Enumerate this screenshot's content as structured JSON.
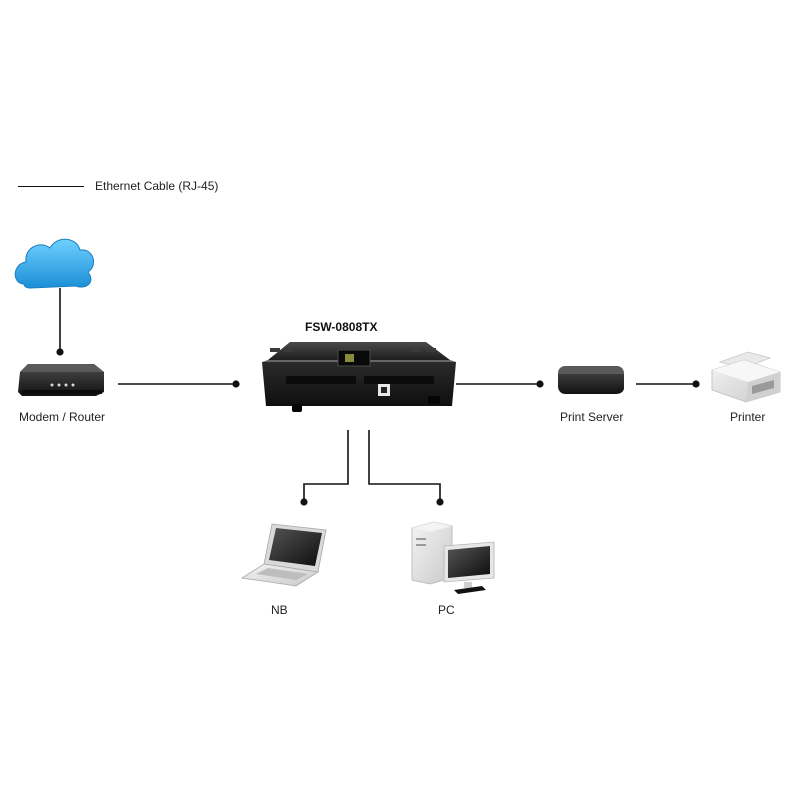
{
  "legend": {
    "cable_label": "Ethernet Cable (RJ-45)"
  },
  "switch": {
    "model": "FSW-0808TX"
  },
  "devices": {
    "modem_router": "Modem / Router",
    "print_server": "Print Server",
    "printer": "Printer",
    "notebook": "NB",
    "pc": "PC"
  },
  "colors": {
    "cable": "#111111",
    "cloud": "#2aa6e8",
    "device_dark": "#1b1b1b"
  }
}
